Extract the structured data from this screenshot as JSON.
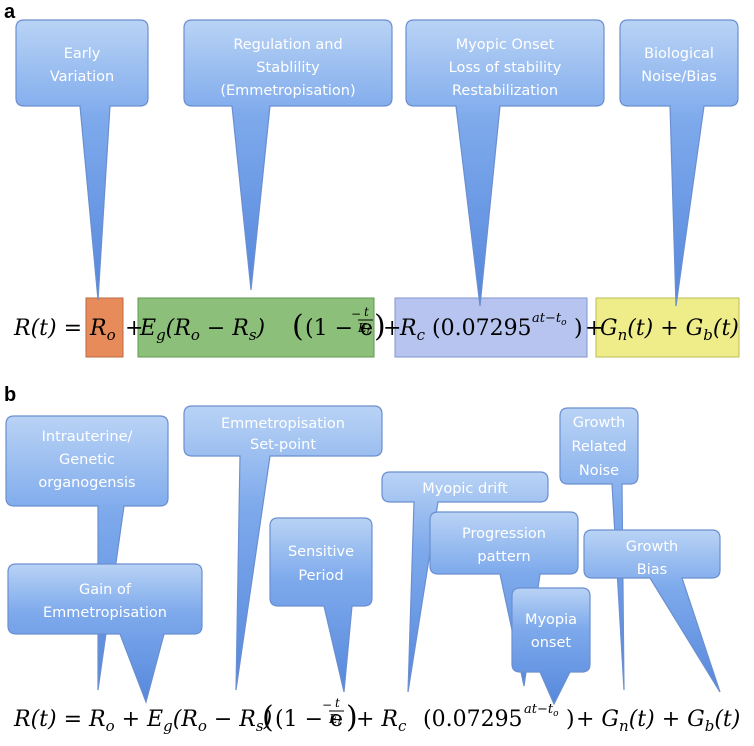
{
  "panel_a": {
    "letter": "a",
    "callouts": [
      {
        "lines": [
          "Early",
          "Variation"
        ]
      },
      {
        "lines": [
          "Regulation and",
          "Stablility",
          "(Emmetropisation)"
        ]
      },
      {
        "lines": [
          "Myopic Onset",
          "Loss of stability",
          "Restabilization"
        ]
      },
      {
        "lines": [
          "Biological",
          "Noise/Bias"
        ]
      }
    ],
    "equation": {
      "lhs": "R(t) =",
      "term1": "R",
      "term1_sub": "o",
      "plus1": "+",
      "term2": "E",
      "term2_sub": "g",
      "term2_mid": "(R",
      "term2_mid_sub1": "o",
      "term2_minus": " − R",
      "term2_mid_sub2": "s",
      "term2_close": ")",
      "term2_bracket": "(1 − e",
      "term2_exp_num": "t",
      "term2_exp_den": "E",
      "term2_exp_den_sub": "t",
      "plus2": "+",
      "term3": "R",
      "term3_sub": "c",
      "term3_base": "(0.07295",
      "term3_exp": "at−t",
      "term3_exp_sub": "o",
      "term3_close": ")",
      "plus3": "+",
      "term4": "G",
      "term4_sub1": "n",
      "term4_mid": "(t) + G",
      "term4_sub2": "b",
      "term4_end": "(t)"
    },
    "box_colors": {
      "early": "#e88b5a",
      "regulation": "#8cc07a",
      "myopic": "#b7c4ef",
      "noise": "#eeed8a"
    }
  },
  "panel_b": {
    "letter": "b",
    "callouts": [
      {
        "lines": [
          "Intrauterine/",
          "Genetic",
          "organogensis"
        ]
      },
      {
        "lines": [
          "Gain of",
          "Emmetropisation"
        ]
      },
      {
        "lines": [
          "Emmetropisation",
          "Set-point"
        ]
      },
      {
        "lines": [
          "Sensitive",
          "Period"
        ]
      },
      {
        "lines": [
          "Myopic drift"
        ]
      },
      {
        "lines": [
          "Progression",
          "pattern"
        ]
      },
      {
        "lines": [
          "Myopia",
          "onset"
        ]
      },
      {
        "lines": [
          "Growth",
          "Related",
          "Noise"
        ]
      },
      {
        "lines": [
          "Growth",
          "Bias"
        ]
      }
    ],
    "equation": {
      "lhs": "R(t) = R",
      "t1_sub": "o",
      "p1": " + E",
      "t2_sub": "g",
      "t2a": "(R",
      "t2a_sub": "o",
      "t2b": " − R",
      "t2b_sub": "s",
      "t2c": ")",
      "t2_bracket": "(1 − e",
      "exp_num": "t",
      "exp_den": "E",
      "exp_den_sub": "t",
      "p2": " + R",
      "t3_sub": "c",
      "t3_base": "(0.07295",
      "t3_exp": "at−t",
      "t3_exp_sub": "o",
      "t3_close": ")",
      "p3": " + G",
      "t4_sub1": "n",
      "t4_mid": "(t) + G",
      "t4_sub2": "b",
      "t4_end": "(t)"
    }
  },
  "colors": {
    "bubble_top": "#b9d3f5",
    "bubble_bottom": "#5b8fe0",
    "bubble_stroke": "#6b8fd0"
  }
}
